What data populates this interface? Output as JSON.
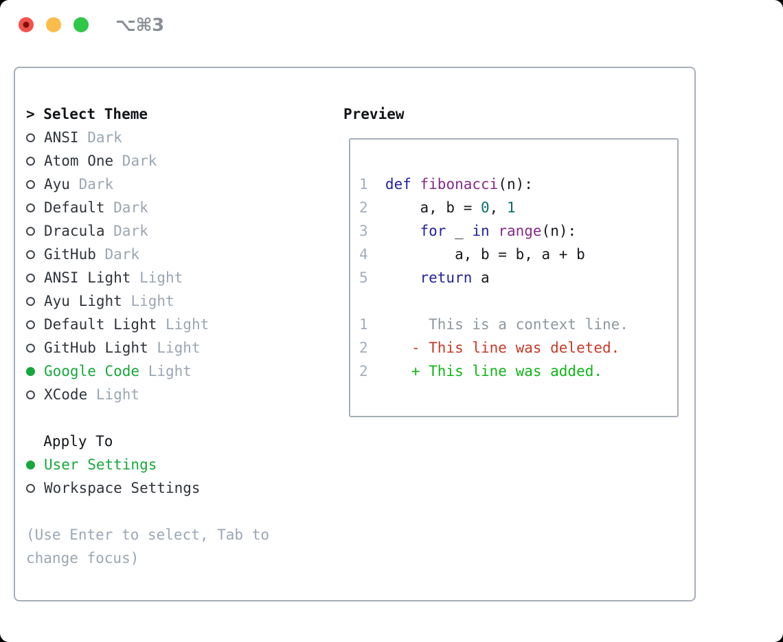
{
  "window": {
    "title": "⌥⌘3",
    "traffic_lights": [
      {
        "name": "close",
        "color": "#f4524d",
        "dot": "#7f1104"
      },
      {
        "name": "minimize",
        "color": "#f8bd4a",
        "dot": null
      },
      {
        "name": "zoom",
        "color": "#2ec748",
        "dot": null
      }
    ]
  },
  "colors": {
    "titlegray": "#8a8f97",
    "border": "#a6aeb9",
    "dimgray": "#9aa6b4",
    "bulletgray": "#42484f",
    "itemtext": "#2f343b",
    "selgreen": "#17a83c",
    "linenum": "#a0adbd",
    "kw": "#23239e",
    "fn": "#852a88",
    "numlit": "#0a6e6a",
    "ctxgray": "#8d97a1",
    "delred": "#c73a28",
    "addgreen": "#10b517"
  },
  "theme_menu": {
    "header_prefix": ">",
    "header": "Select Theme",
    "items": [
      {
        "name": "ANSI",
        "variant": "Dark",
        "selected": false
      },
      {
        "name": "Atom One",
        "variant": "Dark",
        "selected": false
      },
      {
        "name": "Ayu",
        "variant": "Dark",
        "selected": false
      },
      {
        "name": "Default",
        "variant": "Dark",
        "selected": false
      },
      {
        "name": "Dracula",
        "variant": "Dark",
        "selected": false
      },
      {
        "name": "GitHub",
        "variant": "Dark",
        "selected": false
      },
      {
        "name": "ANSI Light",
        "variant": "Light",
        "selected": false
      },
      {
        "name": "Ayu Light",
        "variant": "Light",
        "selected": false
      },
      {
        "name": "Default Light",
        "variant": "Light",
        "selected": false
      },
      {
        "name": "GitHub Light",
        "variant": "Light",
        "selected": false
      },
      {
        "name": "Google Code",
        "variant": "Light",
        "selected": true
      },
      {
        "name": "XCode",
        "variant": "Light",
        "selected": false
      }
    ]
  },
  "apply_to": {
    "header": "Apply To",
    "options": [
      {
        "name": "User Settings",
        "selected": true
      },
      {
        "name": "Workspace Settings",
        "selected": false
      }
    ]
  },
  "hint_lines": [
    "(Use Enter to select, Tab to",
    "change focus)"
  ],
  "preview": {
    "title": "Preview",
    "code_lines": [
      {
        "num": "1",
        "tokens": [
          [
            "def",
            "kw"
          ],
          [
            " ",
            ""
          ],
          [
            "fibonacci",
            "fn"
          ],
          [
            "(n):",
            ""
          ]
        ]
      },
      {
        "num": "2",
        "tokens": [
          [
            "    a, b = ",
            ""
          ],
          [
            "0",
            "num"
          ],
          [
            ", ",
            ""
          ],
          [
            "1",
            "num"
          ]
        ]
      },
      {
        "num": "3",
        "tokens": [
          [
            "    ",
            ""
          ],
          [
            "for",
            "kw"
          ],
          [
            " _ ",
            ""
          ],
          [
            "in",
            "kw"
          ],
          [
            " ",
            ""
          ],
          [
            "range",
            "fn"
          ],
          [
            "(n):",
            ""
          ]
        ]
      },
      {
        "num": "4",
        "tokens": [
          [
            "        a, b = b, a + b",
            ""
          ]
        ]
      },
      {
        "num": "5",
        "tokens": [
          [
            "    ",
            ""
          ],
          [
            "return",
            "kw"
          ],
          [
            " a",
            ""
          ]
        ]
      }
    ],
    "diff_lines": [
      {
        "num": "1",
        "kind": "ctx",
        "text": "     This is a context line."
      },
      {
        "num": "2",
        "kind": "del",
        "text": "   - This line was deleted."
      },
      {
        "num": "2",
        "kind": "add",
        "text": "   + This line was added."
      }
    ]
  }
}
